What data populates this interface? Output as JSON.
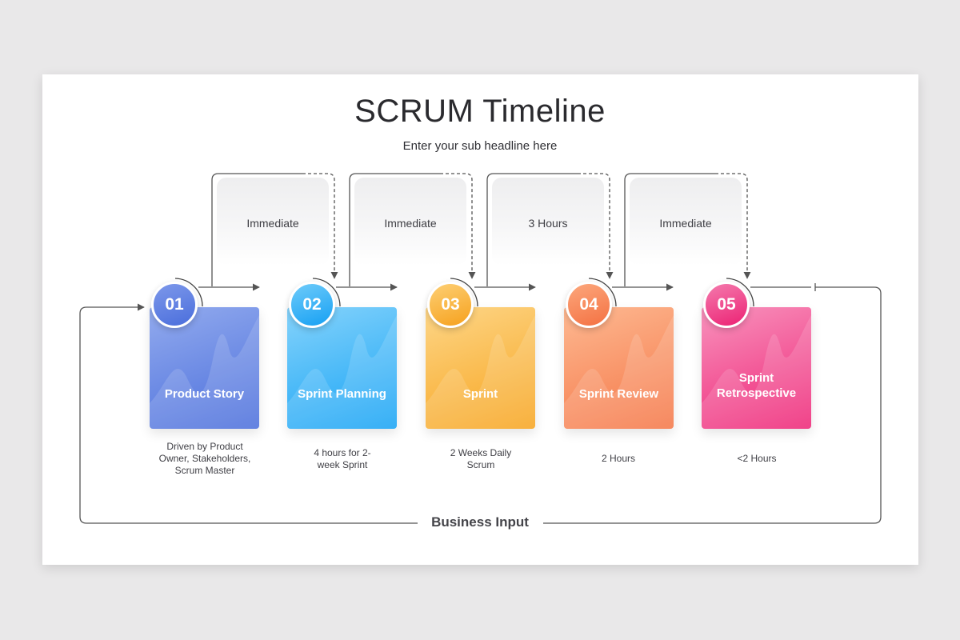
{
  "title": "SCRUM Timeline",
  "subtitle": "Enter your sub headline here",
  "steps": [
    {
      "number": "01",
      "label": "Product Story",
      "duration": "Immediate",
      "description": "Driven by Product Owner, Stakeholders, Scrum Master",
      "color_start": "#8aa3ec",
      "color_end": "#4a6fdc"
    },
    {
      "number": "02",
      "label": "Sprint Planning",
      "duration": "Immediate",
      "description": "4 hours for 2-week Sprint",
      "color_start": "#7dcffa",
      "color_end": "#19a4f5"
    },
    {
      "number": "03",
      "label": "Sprint",
      "duration": "3 Hours",
      "description": "2 Weeks Daily Scrum",
      "color_start": "#fdd27f",
      "color_end": "#f7a623"
    },
    {
      "number": "04",
      "label": "Sprint Review",
      "duration": "Immediate",
      "description": "2 Hours",
      "color_start": "#fcb28b",
      "color_end": "#f5794b"
    },
    {
      "number": "05",
      "label": "Sprint Retrospective",
      "duration": "",
      "description": "<2 Hours",
      "color_start": "#f78bb8",
      "color_end": "#ee2a7b"
    }
  ],
  "business_input": "Business Input"
}
